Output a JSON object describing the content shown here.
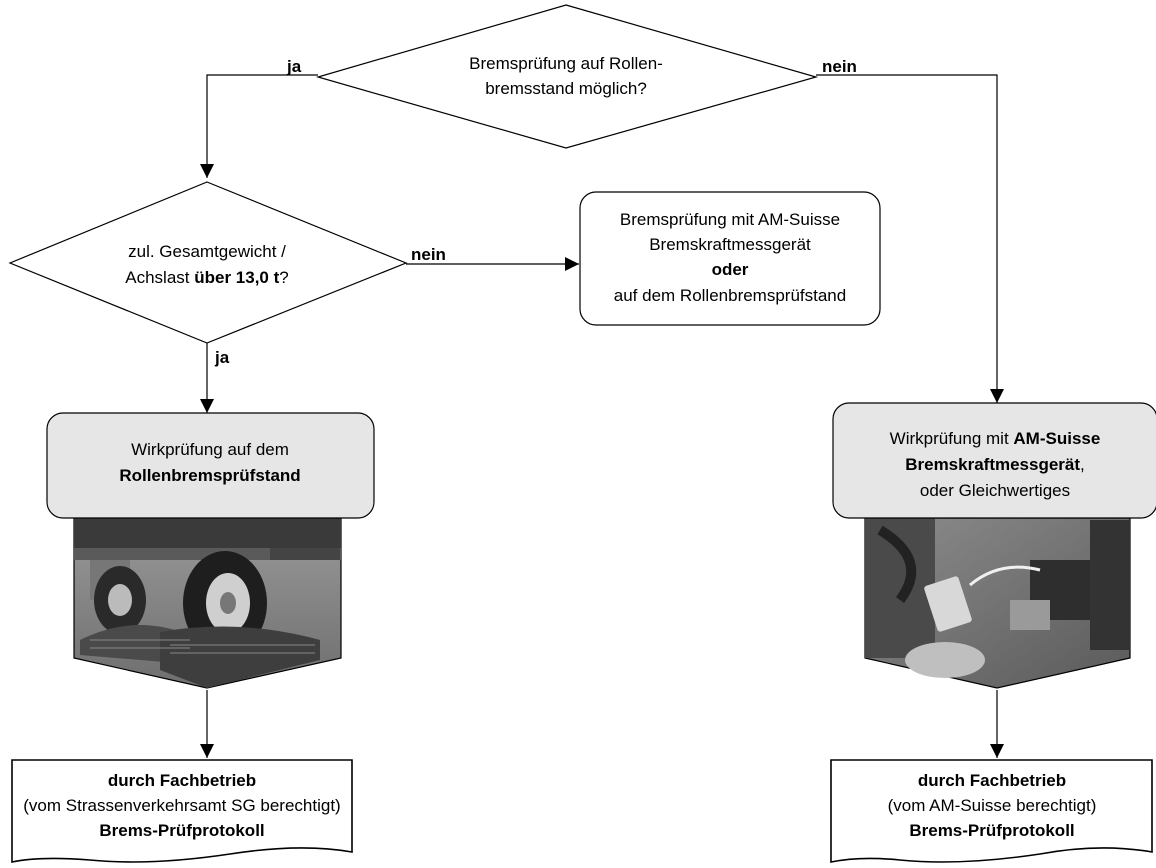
{
  "decision_top": {
    "line1": "Bremsprüfung auf Rollen-",
    "line2": "bremsstand möglich?"
  },
  "decision_weight": {
    "line1": "zul. Gesamtgewicht /",
    "line2_prefix": "Achslast ",
    "line2_bold": "über 13,0 t",
    "line2_suffix": "?"
  },
  "labels": {
    "top_yes": "ja",
    "top_no": "nein",
    "weight_no": "nein",
    "weight_yes": "ja"
  },
  "alt_box": {
    "line1": "Bremsprüfung mit AM-Suisse",
    "line2": "Bremskraftmessgerät",
    "line3": "oder",
    "line4": "auf dem Rollenbremsprüfstand"
  },
  "left_process": {
    "line1": "Wirkprüfung auf dem",
    "line2": "Rollenbremsprüfstand",
    "photo": "trailer-on-roller-brake-tester-photo"
  },
  "right_process": {
    "line1_prefix": "Wirkprüfung mit ",
    "line1_bold": "AM-Suisse",
    "line2_bold": "Bremskraftmessgerät",
    "line2_suffix": ",",
    "line3": "oder Gleichwertiges",
    "photo": "brake-force-meter-on-tractor-photo"
  },
  "left_document": {
    "line1": "durch Fachbetrieb",
    "line2": "(vom Strassenverkehrsamt SG berechtigt)",
    "line3": "Brems-Prüfprotokoll"
  },
  "right_document": {
    "line1": "durch Fachbetrieb",
    "line2": "(vom AM-Suisse berechtigt)",
    "line3": "Brems-Prüfprotokoll"
  },
  "colors": {
    "process_fill": "#e6e6e6",
    "stroke": "#000000"
  }
}
